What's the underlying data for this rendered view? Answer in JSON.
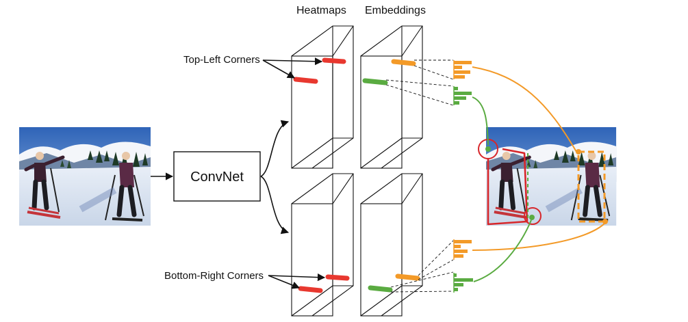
{
  "headings": {
    "heatmaps": "Heatmaps",
    "embeddings": "Embeddings"
  },
  "network": {
    "label": "ConvNet"
  },
  "corner_labels": {
    "top_left": "Top-Left Corners",
    "bottom_right": "Bottom-Right Corners"
  },
  "colors": {
    "heat_red": "#e8382f",
    "embed_orange": "#f39a28",
    "embed_green": "#5aab41",
    "box_red": "#d7262a",
    "box_orange": "#f39a28",
    "arrow_black": "#111111"
  },
  "photos": {
    "input": "ski-photo-icon",
    "output": "ski-photo-with-boxes-icon"
  }
}
